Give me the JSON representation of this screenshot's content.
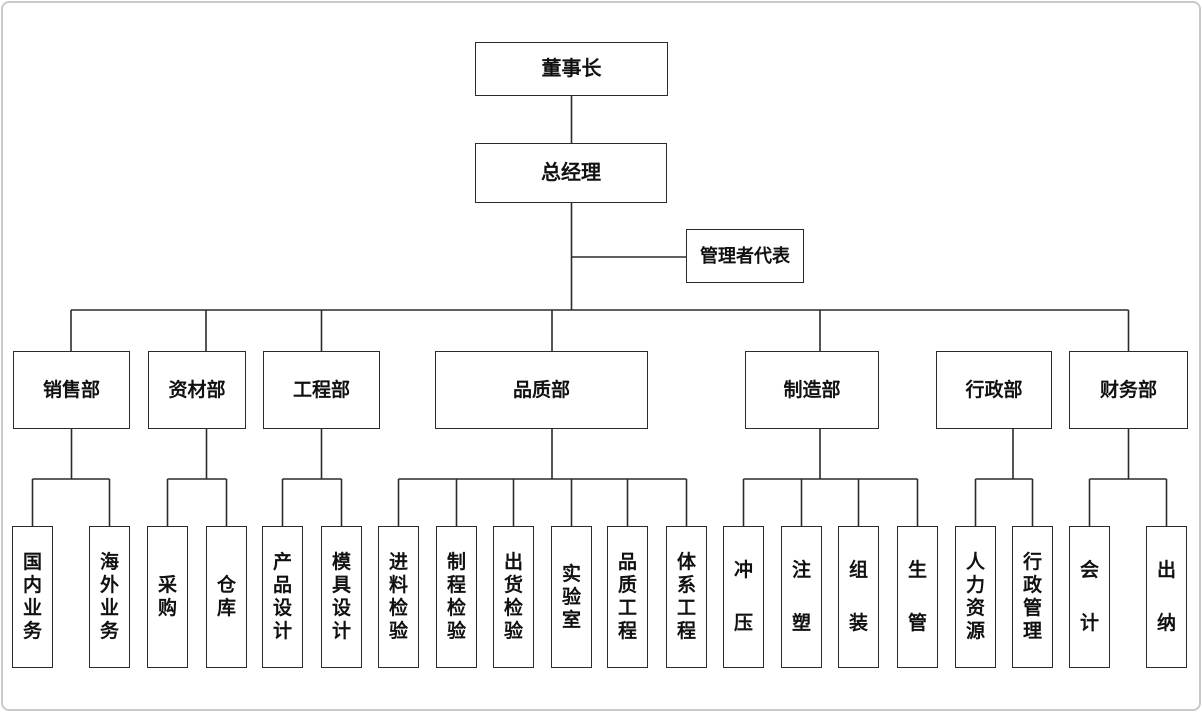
{
  "org": {
    "chairman": {
      "label": "董事长"
    },
    "general_manager": {
      "label": "总经理"
    },
    "management_rep": {
      "label": "管理者代表"
    },
    "departments": [
      {
        "label": "销售部",
        "children": [
          {
            "label": "国内业务"
          },
          {
            "label": "海外业务"
          }
        ]
      },
      {
        "label": "资材部",
        "children": [
          {
            "label": "采购"
          },
          {
            "label": "仓库"
          }
        ]
      },
      {
        "label": "工程部",
        "children": [
          {
            "label": "产品设计"
          },
          {
            "label": "模具设计"
          }
        ]
      },
      {
        "label": "品质部",
        "children": [
          {
            "label": "进料检验"
          },
          {
            "label": "制程检验"
          },
          {
            "label": "出货检验"
          },
          {
            "label": "实验室"
          },
          {
            "label": "品质工程"
          },
          {
            "label": "体系工程"
          }
        ]
      },
      {
        "label": "制造部",
        "children": [
          {
            "label": "冲压"
          },
          {
            "label": "注塑"
          },
          {
            "label": "组装"
          },
          {
            "label": "生管"
          }
        ]
      },
      {
        "label": "行政部",
        "children": [
          {
            "label": "人力资源"
          },
          {
            "label": "行政管理"
          }
        ]
      },
      {
        "label": "财务部",
        "children": [
          {
            "label": "会计"
          },
          {
            "label": "出纳"
          }
        ]
      }
    ]
  },
  "colors": {
    "background": "#ffffff",
    "frame_border": "#c9c9c9",
    "connector_line": "#2b2b2b",
    "box_border": "#2b2b2b",
    "text": "#111111"
  }
}
